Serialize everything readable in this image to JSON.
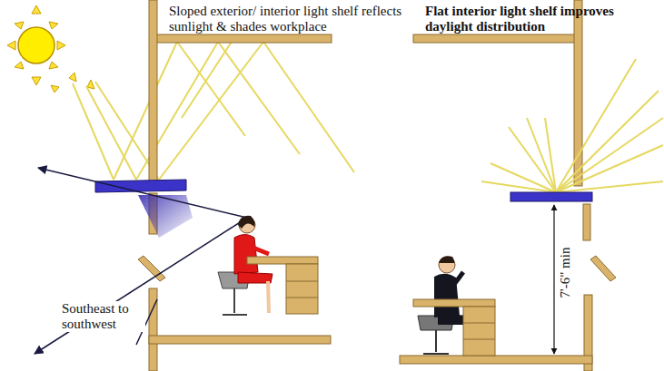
{
  "diagram": {
    "labels": [
      "Sloped exterior/ interior light shelf reflects sunlight & shades workplace",
      "Flat interior light shelf improves daylight distribution",
      "Southeast to southwest",
      "7'-6\" min"
    ]
  }
}
